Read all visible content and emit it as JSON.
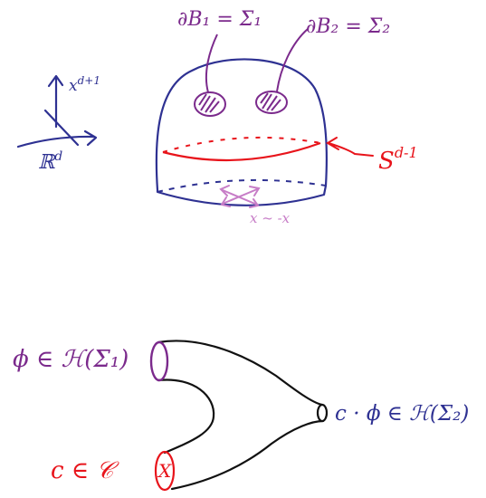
{
  "colors": {
    "blue": "#2e3192",
    "purple": "#7b2a8c",
    "red": "#e8141b",
    "pink": "#c77dc7",
    "black": "#111111"
  },
  "top_diagram": {
    "axis_vertical_label": "x",
    "axis_vertical_sup": "d+1",
    "axis_horizontal_label": "ℝ",
    "axis_horizontal_sup": "d",
    "boundary1_label": "∂B₁ = Σ₁",
    "boundary2_label": "∂B₂ = Σ₂",
    "sphere_label": "S",
    "sphere_sup": "d-1",
    "identification_label": "x ~ -x"
  },
  "bottom_diagram": {
    "input_top_label": "ϕ ∈ ℋ(Σ₁)",
    "input_bottom_label": "c ∈ 𝒞",
    "output_label": "c · ϕ ∈ ℋ(Σ₂)",
    "bottom_mark": "X"
  }
}
